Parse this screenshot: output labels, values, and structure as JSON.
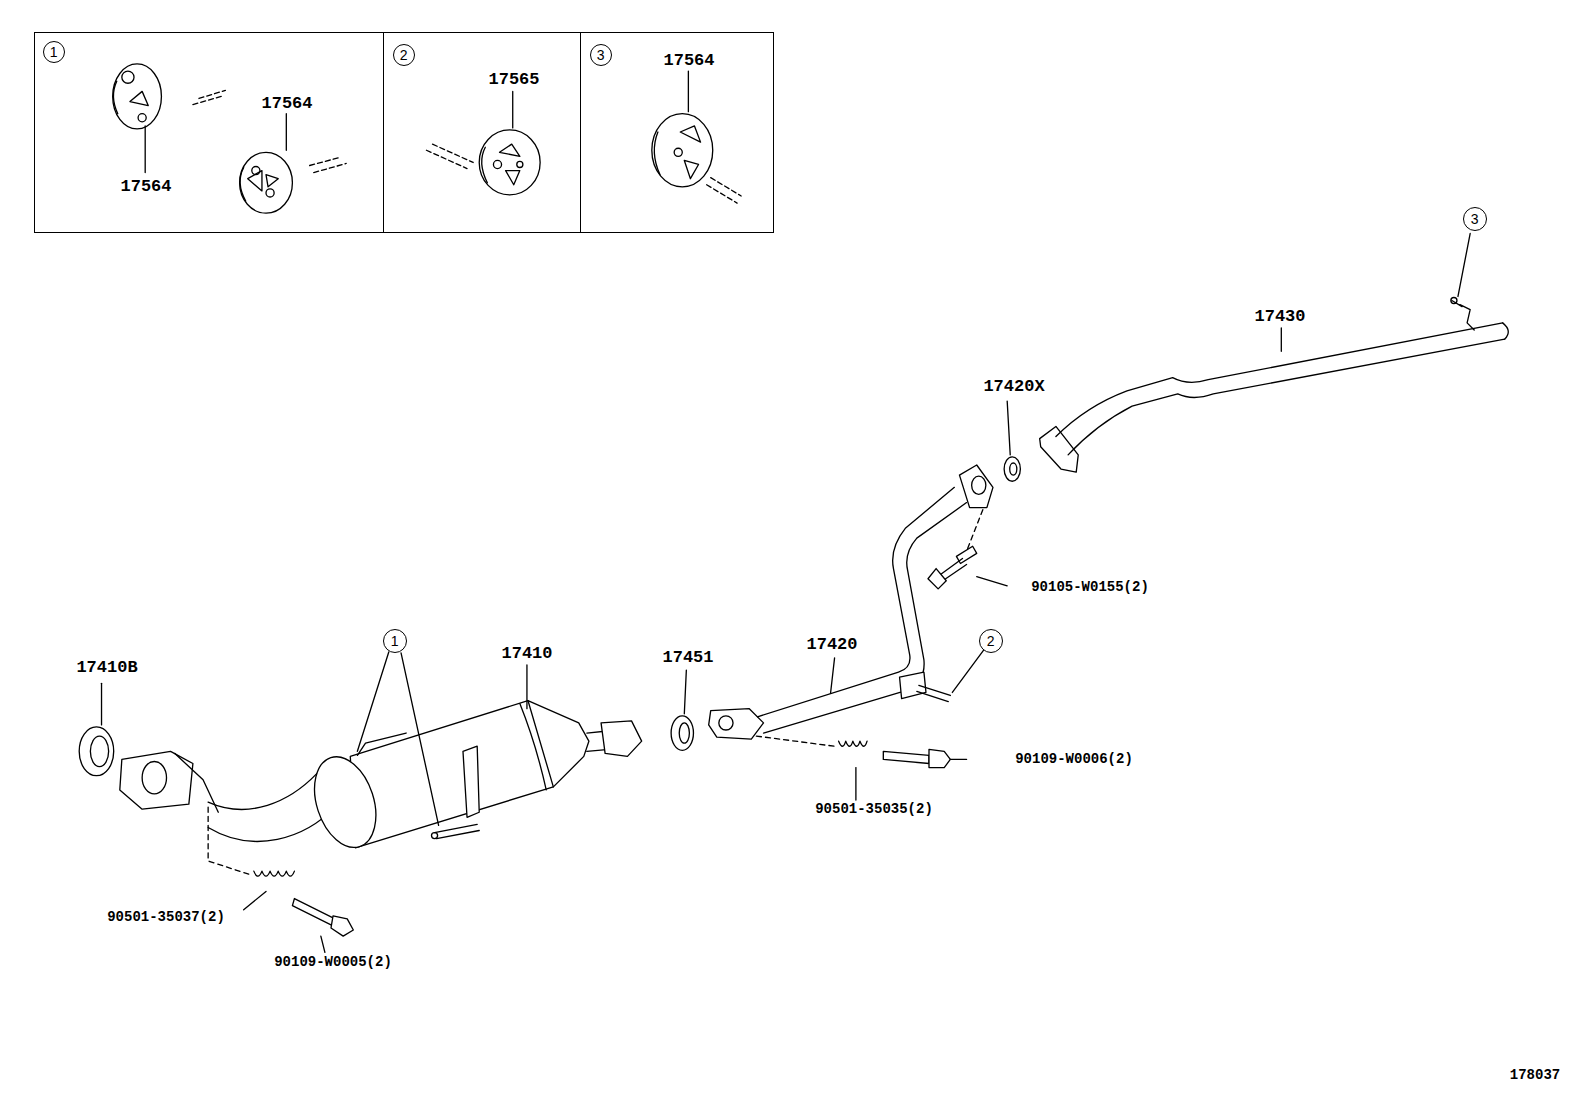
{
  "diagram": {
    "nodes": [
      {
        "text": [
          "17564",
          "17564"
        ]
      },
      {
        "text": [
          "1"
        ],
        "in": 0
      },
      {
        "text": [
          "17565"
        ]
      },
      {
        "text": [
          "2"
        ],
        "in": 2
      },
      {
        "text": [
          "17564"
        ]
      },
      {
        "text": [
          "3"
        ],
        "in": 4
      },
      {
        "text": [
          "3"
        ]
      },
      {
        "text": [
          "1"
        ]
      },
      {
        "text": [
          "2"
        ]
      }
    ],
    "labels": [
      "17430",
      "17420X",
      "90105-W0155(2)",
      "17410B",
      "17410",
      "17451",
      "17420",
      "90109-W0006(2)",
      "90501-35035(2)",
      "90501-35037(2)",
      "90109-W0005(2)",
      "178037"
    ]
  }
}
